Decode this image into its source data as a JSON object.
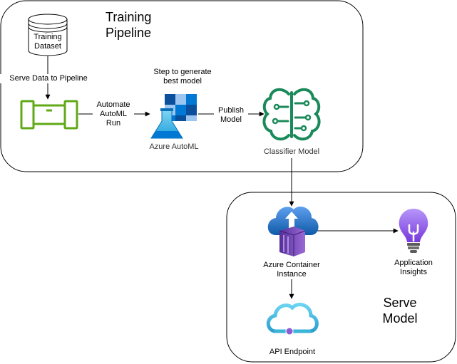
{
  "groups": {
    "training": {
      "title_line1": "Training",
      "title_line2": "Pipeline"
    },
    "serve": {
      "title_line1": "Serve",
      "title_line2": "Model"
    }
  },
  "nodes": {
    "dataset": {
      "label_line1": "Training",
      "label_line2": "Dataset",
      "icon": "database-icon"
    },
    "pipeline": {
      "icon": "pipeline-icon"
    },
    "automl": {
      "label": "Azure AutoML",
      "icon": "azure-automl-icon"
    },
    "automl_step": {
      "label_line1": "Step to generate",
      "label_line2": "best model",
      "icon": "grid-icon"
    },
    "classifier": {
      "label": "Classifier Model",
      "icon": "brain-icon"
    },
    "aci": {
      "label_line1": "Azure Container",
      "label_line2": "Instance",
      "icon": "azure-container-instance-icon"
    },
    "insights": {
      "label_line1": "Application",
      "label_line2": "Insights",
      "icon": "lightbulb-icon"
    },
    "api": {
      "label": "API Endpoint",
      "icon": "api-cloud-icon"
    }
  },
  "edges": {
    "serve_data": {
      "label": "Serve Data to Pipeline"
    },
    "automate": {
      "label_line1": "Automate",
      "label_line2": "AutoML",
      "label_line3": "Run"
    },
    "publish": {
      "label_line1": "Publish",
      "label_line2": "Model"
    }
  },
  "colors": {
    "pipeline_green": "#60a917",
    "automl_blue": "#0078d4",
    "brain_green": "#1b8a5a",
    "aci_purple": "#6b2fa3",
    "insights_purple": "#8661c5",
    "api_teal": "#3cb4d8"
  }
}
